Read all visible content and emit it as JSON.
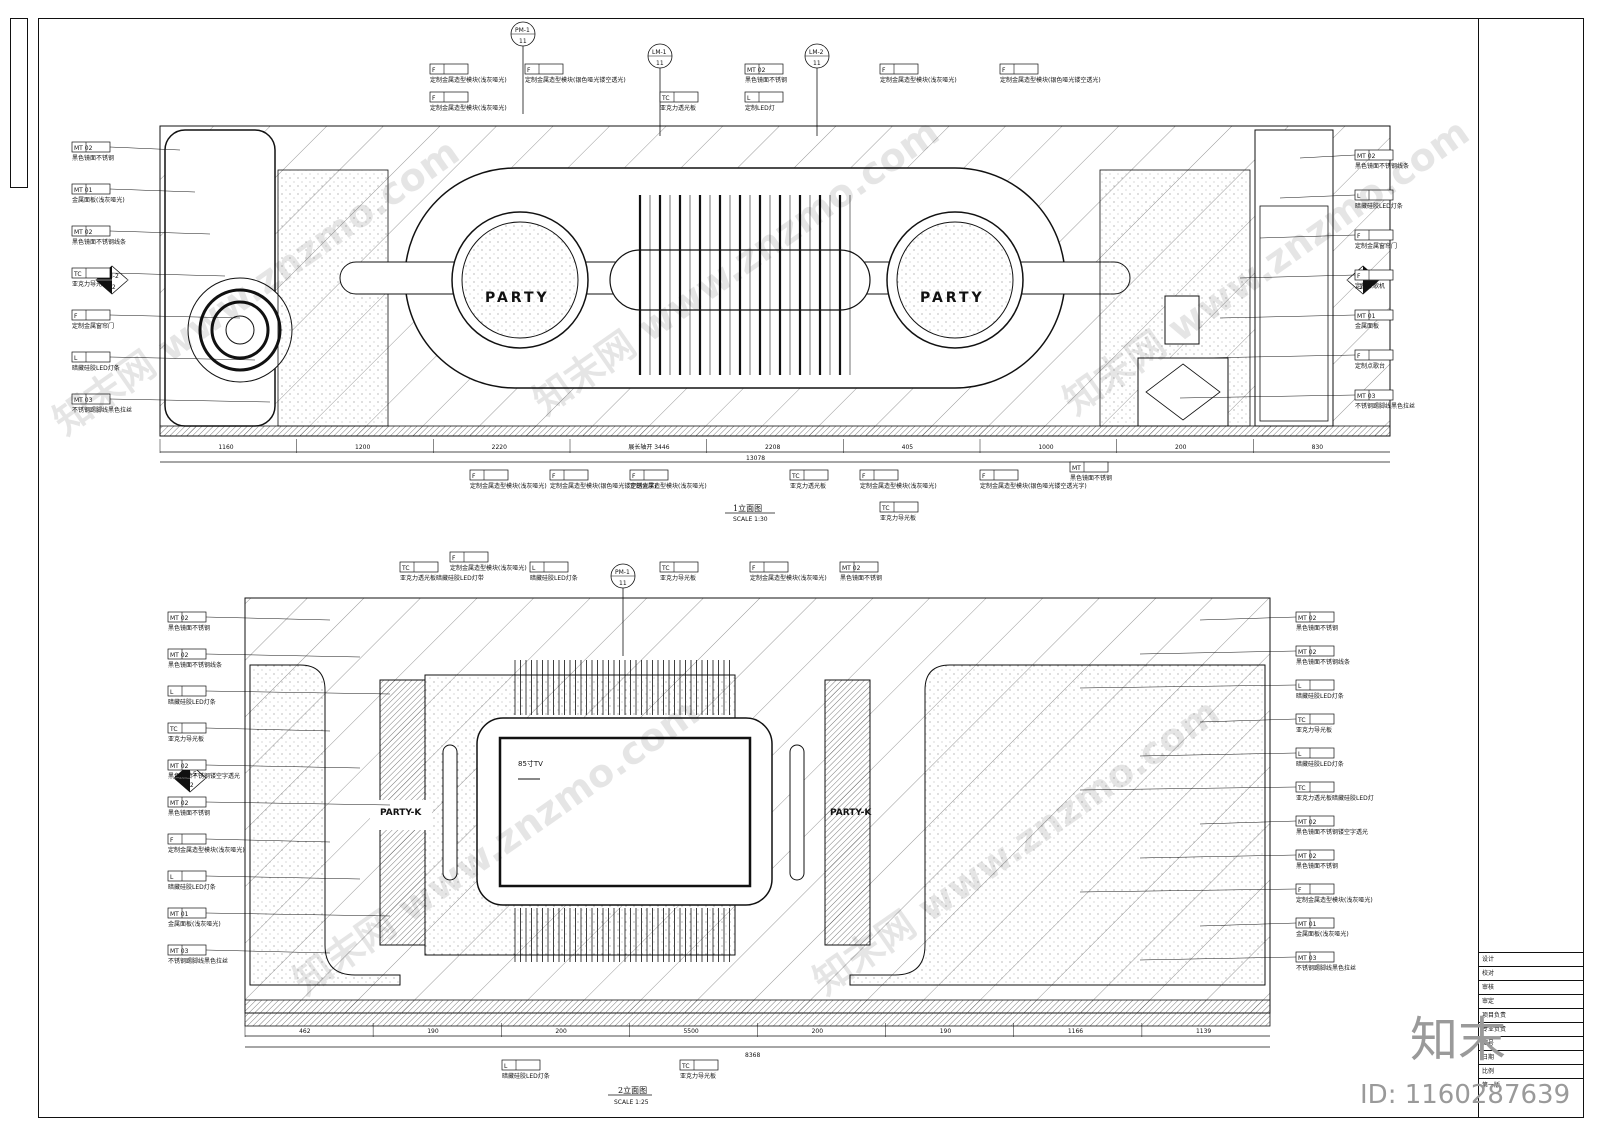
{
  "sheet": {
    "brand": "知末",
    "id_text": "ID: 1160287639",
    "watermark": "知末网 www.znzmo.com"
  },
  "elevation1": {
    "title": "1立面图",
    "scale": "SCALE 1:30",
    "party_left": "PARTY",
    "party_right": "PARTY",
    "total_dim": "13078",
    "sub_dims": [
      "1160",
      "1200",
      "2220",
      "展长轴开 3446",
      "2208",
      "405",
      "1000",
      "200",
      "830"
    ],
    "section_marks": [
      "PM-1",
      "LM-1",
      "LM-2",
      "PM-2",
      "PM-3"
    ],
    "section_nums": [
      "11",
      "11",
      "11",
      "12",
      "12"
    ],
    "left_labels": [
      {
        "code": "MT 02",
        "text": "黑色镜面不锈钢"
      },
      {
        "code": "MT 01",
        "text": "金属面板(浅灰哑光)"
      },
      {
        "code": "MT 02",
        "text": "黑色镜面不锈钢线条"
      },
      {
        "code": "TC",
        "text": "亚克力导光板"
      },
      {
        "code": "F",
        "text": "定制金属窗帘门"
      },
      {
        "code": "L",
        "text": "暗藏硅胶LED灯条"
      },
      {
        "code": "MT 03",
        "text": "不锈钢踢脚线黑色拉丝"
      }
    ],
    "right_labels": [
      {
        "code": "MT 02",
        "text": "黑色镜面不锈钢线条"
      },
      {
        "code": "L",
        "text": "暗藏硅胶LED灯条"
      },
      {
        "code": "F",
        "text": "定制金属窗帘门"
      },
      {
        "code": "F",
        "text": "定制点歌机"
      },
      {
        "code": "MT 01",
        "text": "金属面板"
      },
      {
        "code": "F",
        "text": "定制点歌台"
      },
      {
        "code": "MT 03",
        "text": "不锈钢踢脚线黑色拉丝"
      }
    ],
    "top_labels": [
      {
        "code": "F",
        "text": "定制金属造型模块(浅灰哑光)"
      },
      {
        "code": "F",
        "text": "定制金属造型模块(银色哑光镂空透光)"
      },
      {
        "code": "F",
        "text": "定制金属造型模块(浅灰哑光)"
      },
      {
        "code": "MT 02",
        "text": "黑色镜面不锈钢"
      },
      {
        "code": "TC",
        "text": "亚克力透光板"
      },
      {
        "code": "L",
        "text": "定制LED灯"
      },
      {
        "code": "F",
        "text": "定制金属造型模块(浅灰哑光)"
      },
      {
        "code": "F",
        "text": "定制金属造型模块(银色哑光镂空透光)"
      }
    ],
    "bottom_labels": [
      {
        "code": "F",
        "text": "定制金属造型模块(浅灰哑光)"
      },
      {
        "code": "F",
        "text": "定制金属造型模块(银色哑光镂空透光字)"
      },
      {
        "code": "F",
        "text": "定制金属造型模块(浅灰哑光)"
      },
      {
        "code": "TC",
        "text": "亚克力透光板"
      },
      {
        "code": "F",
        "text": "定制金属造型模块(浅灰哑光)"
      },
      {
        "code": "TC",
        "text": "亚克力导光板"
      },
      {
        "code": "F",
        "text": "定制金属造型模块(银色哑光镂空透光字)"
      },
      {
        "code": "MT",
        "text": "黑色镜面不锈钢"
      }
    ]
  },
  "elevation2": {
    "title": "2立面图",
    "scale": "SCALE 1:25",
    "tv_label": "85寸TV",
    "party_left": "PARTY-K",
    "party_right": "PARTY-K",
    "total_dim": "8368",
    "sub_dims": [
      "462",
      "190",
      "200",
      "5500",
      "200",
      "190",
      "1166",
      "1139"
    ],
    "left_labels": [
      {
        "code": "MT 02",
        "text": "黑色镜面不锈钢"
      },
      {
        "code": "MT 02",
        "text": "黑色镜面不锈钢线条"
      },
      {
        "code": "L",
        "text": "暗藏硅胶LED灯条"
      },
      {
        "code": "TC",
        "text": "亚克力导光板"
      },
      {
        "code": "MT 02",
        "text": "黑色镜面不锈钢镂空字透光"
      },
      {
        "code": "MT 02",
        "text": "黑色镜面不锈钢"
      },
      {
        "code": "F",
        "text": "定制金属造型模块(浅灰哑光)"
      },
      {
        "code": "L",
        "text": "暗藏硅胶LED灯条"
      },
      {
        "code": "MT 01",
        "text": "金属面板(浅灰哑光)"
      },
      {
        "code": "MT 03",
        "text": "不锈钢踢脚线黑色拉丝"
      }
    ],
    "right_labels": [
      {
        "code": "MT 02",
        "text": "黑色镜面不锈钢"
      },
      {
        "code": "MT 02",
        "text": "黑色镜面不锈钢线条"
      },
      {
        "code": "L",
        "text": "暗藏硅胶LED灯条"
      },
      {
        "code": "TC",
        "text": "亚克力导光板"
      },
      {
        "code": "L",
        "text": "暗藏硅胶LED灯条"
      },
      {
        "code": "TC",
        "text": "亚克力透光板暗藏硅胶LED灯"
      },
      {
        "code": "MT 02",
        "text": "黑色镜面不锈钢镂空字透光"
      },
      {
        "code": "MT 02",
        "text": "黑色镜面不锈钢"
      },
      {
        "code": "F",
        "text": "定制金属造型模块(浅灰哑光)"
      },
      {
        "code": "MT 01",
        "text": "金属面板(浅灰哑光)"
      },
      {
        "code": "MT 03",
        "text": "不锈钢踢脚线黑色拉丝"
      }
    ],
    "top_labels": [
      {
        "code": "TC",
        "text": "亚克力透光板暗藏硅胶LED灯带"
      },
      {
        "code": "F",
        "text": "定制金属造型模块(浅灰哑光)"
      },
      {
        "code": "L",
        "text": "暗藏硅胶LED灯条"
      },
      {
        "code": "TC",
        "text": "亚克力导光板"
      },
      {
        "code": "F",
        "text": "定制金属造型模块(浅灰哑光)"
      },
      {
        "code": "MT 02",
        "text": "黑色镜面不锈钢"
      }
    ],
    "bottom_labels": [
      {
        "code": "L",
        "text": "暗藏硅胶LED灯条"
      },
      {
        "code": "TC",
        "text": "亚克力导光板"
      }
    ]
  },
  "title_block": {
    "rows": [
      "设计",
      "校对",
      "审核",
      "审定",
      "项目负责",
      "专业负责",
      "图号",
      "日期",
      "比例",
      "第一版"
    ]
  }
}
